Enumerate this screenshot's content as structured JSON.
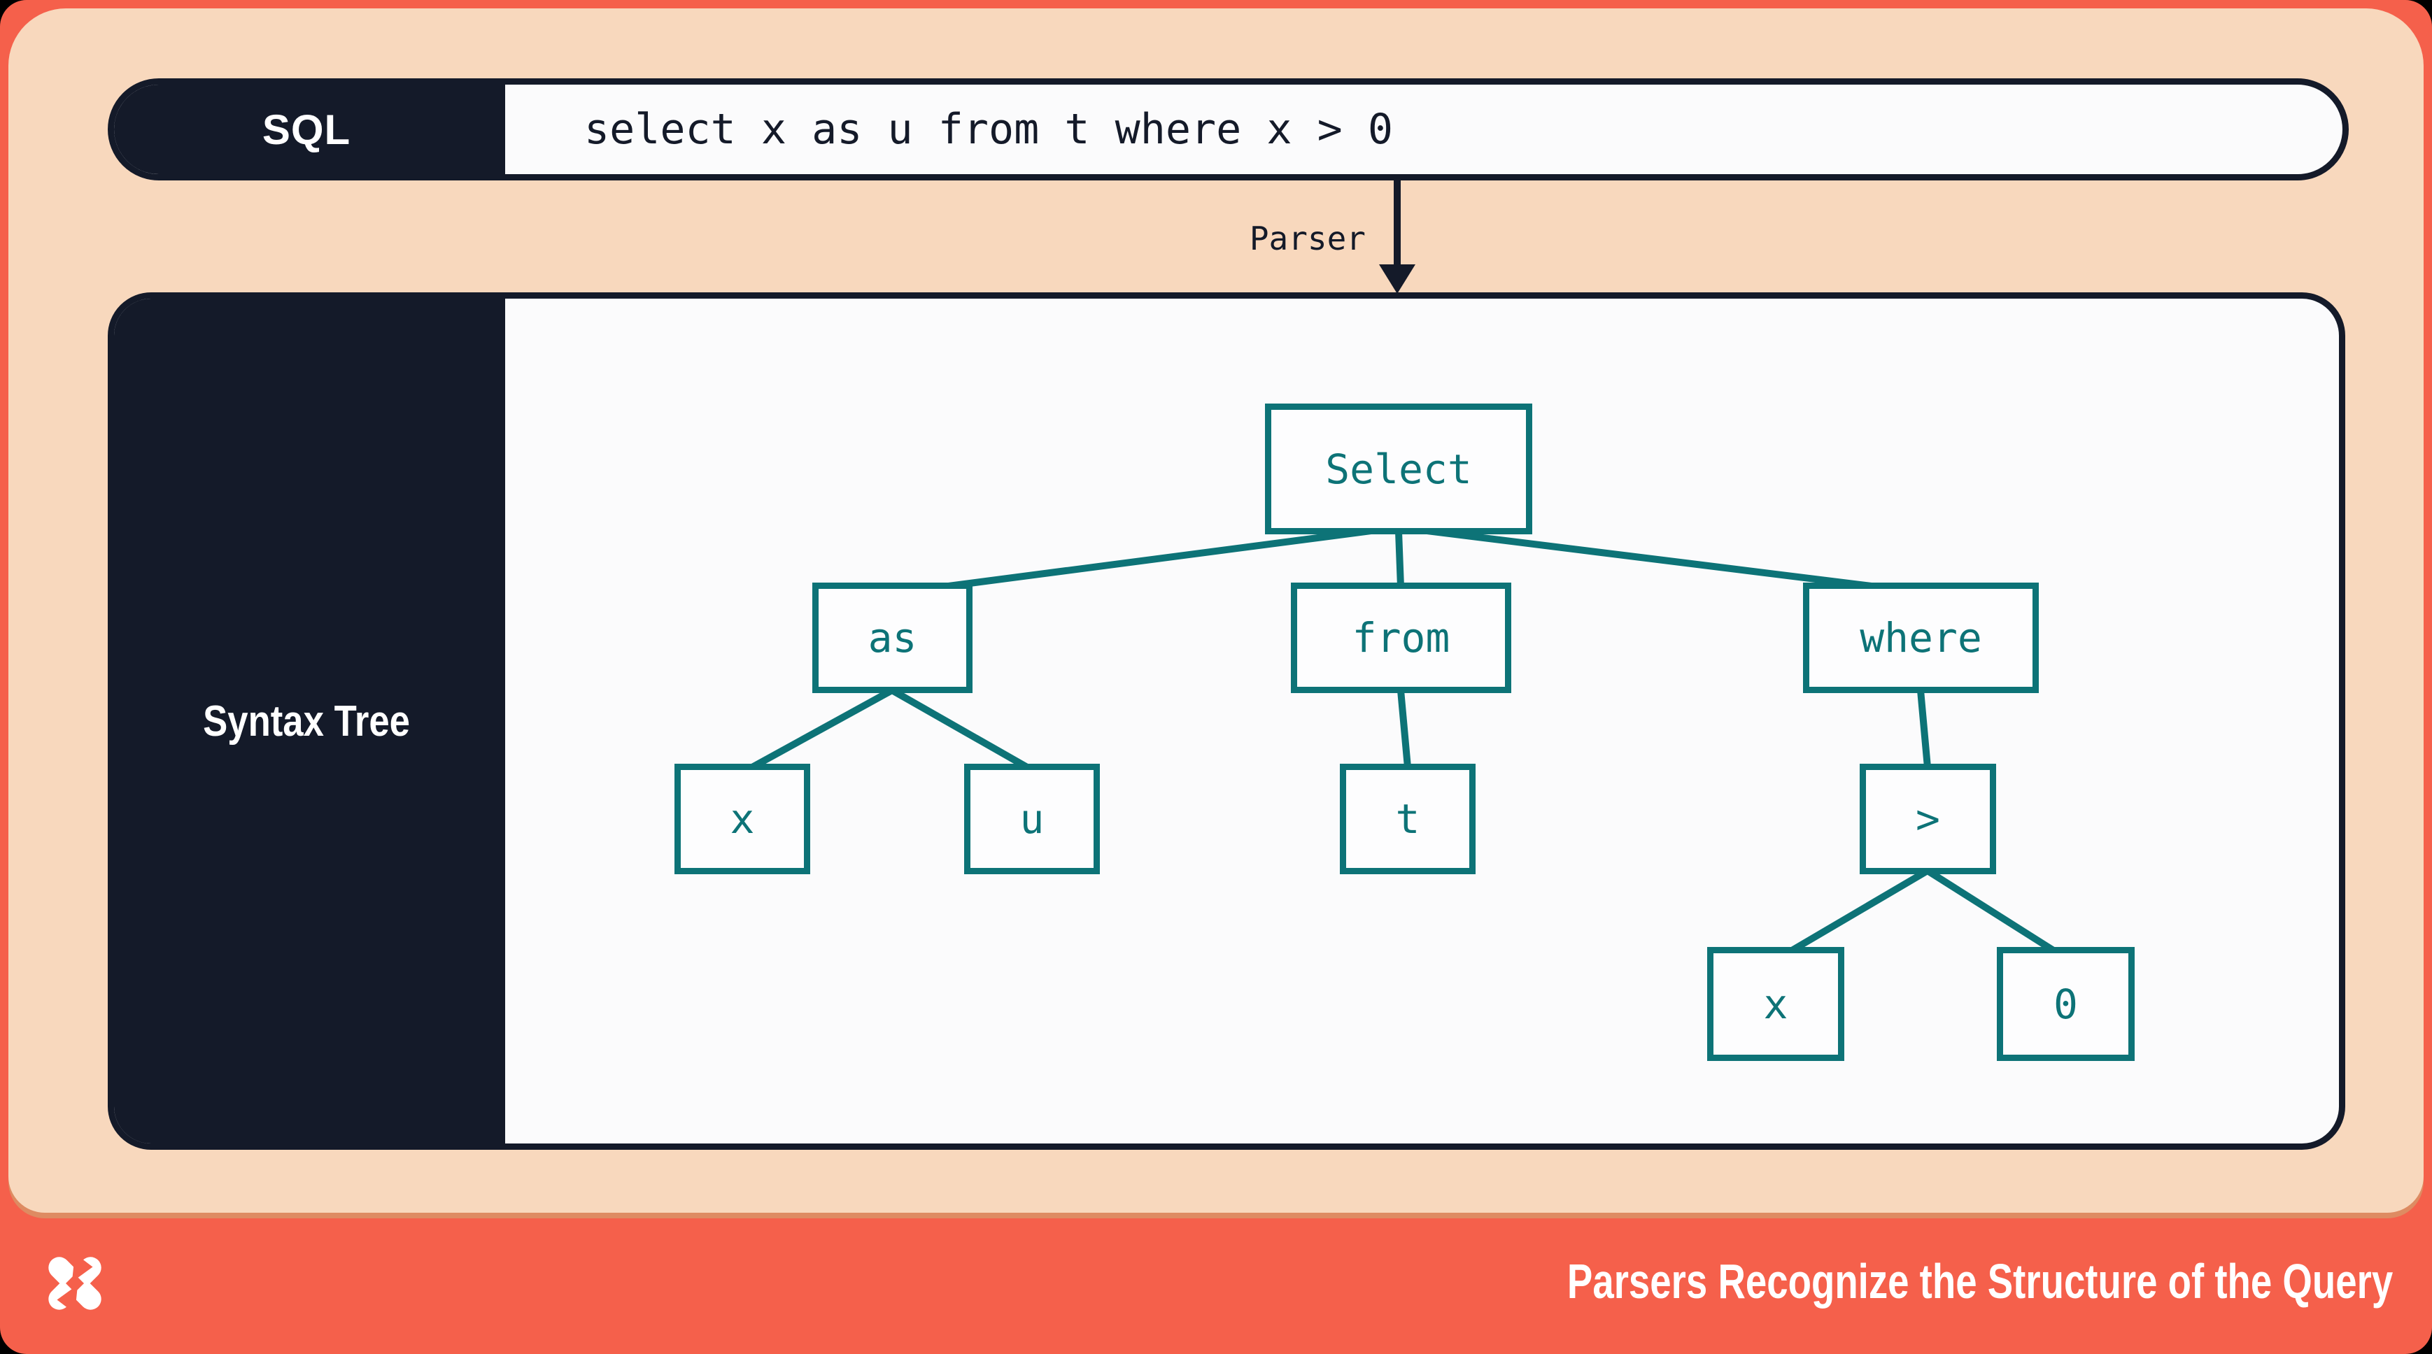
{
  "slide": {
    "colors": {
      "background_coral": "#f5604b",
      "inner_peach": "#f8d8bd",
      "panel_white": "#fbfbfc",
      "dark_navy": "#141a29",
      "teal_accent": "#0d7377",
      "text_white": "#ffffff"
    }
  },
  "sql_bar": {
    "label": "SQL",
    "query": "select x as u from t where x > 0"
  },
  "parser_arrow": {
    "label": "Parser"
  },
  "syntax_tree": {
    "label": "Syntax Tree",
    "nodes": [
      {
        "id": "select",
        "label": "Select"
      },
      {
        "id": "as",
        "label": "as"
      },
      {
        "id": "from",
        "label": "from"
      },
      {
        "id": "where",
        "label": "where"
      },
      {
        "id": "x-projected-column",
        "label": "x"
      },
      {
        "id": "u-alias",
        "label": "u"
      },
      {
        "id": "t-table",
        "label": "t"
      },
      {
        "id": "greater-than",
        "label": ">"
      },
      {
        "id": "x-filter-column",
        "label": "x"
      },
      {
        "id": "zero-literal",
        "label": "0"
      }
    ],
    "edges": [
      [
        "Select",
        "as"
      ],
      [
        "Select",
        "from"
      ],
      [
        "Select",
        "where"
      ],
      [
        "as",
        "x"
      ],
      [
        "as",
        "u"
      ],
      [
        "from",
        "t"
      ],
      [
        "where",
        ">"
      ],
      [
        ">",
        "x"
      ],
      [
        ">",
        "0"
      ]
    ]
  },
  "footer": {
    "logo": "dolt-logo",
    "title": "Parsers Recognize the Structure of the Query"
  }
}
